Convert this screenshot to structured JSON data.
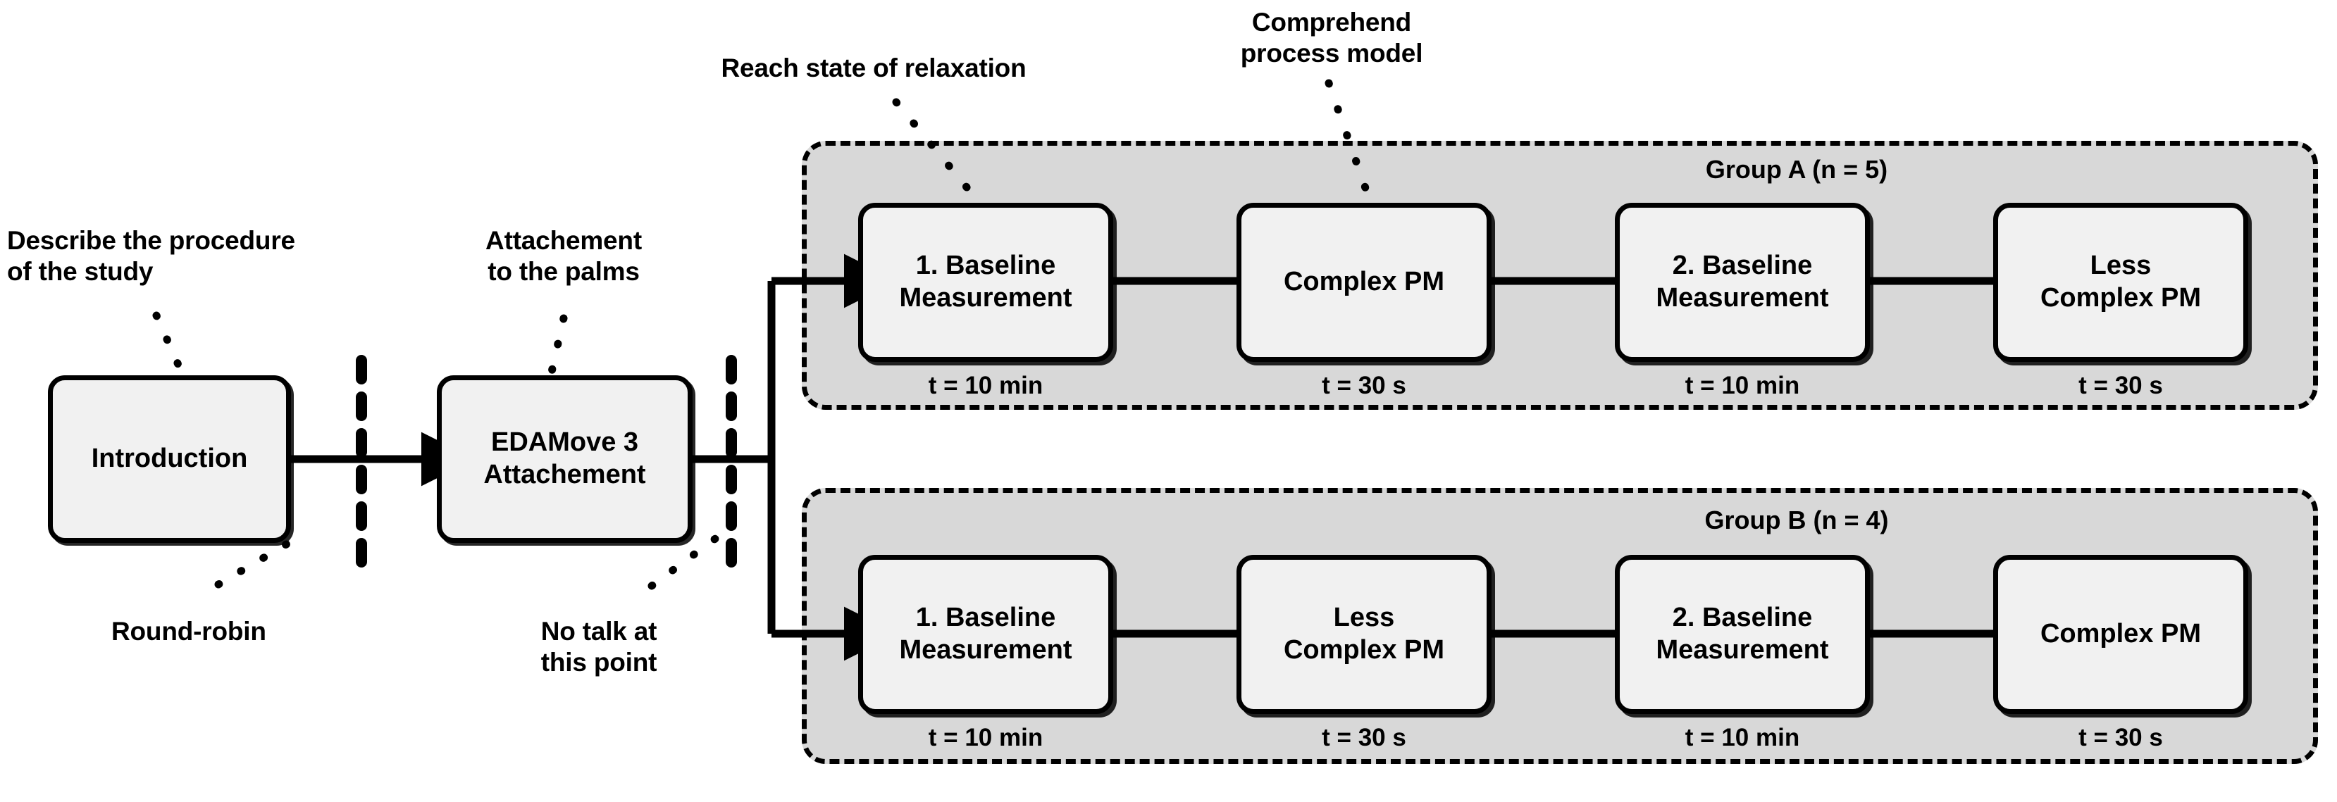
{
  "diagram": {
    "title": "Study procedure flow",
    "colors": {
      "group_fill": "#d8d8d8",
      "step_fill": "#f1f1f1",
      "stroke": "#000000",
      "background": "#ffffff"
    }
  },
  "annotations": [
    {
      "id": "describe-procedure",
      "text": "Describe the procedure\nof the study"
    },
    {
      "id": "attachement-palms",
      "text": "Attachement\nto the palms"
    },
    {
      "id": "reach-relaxation",
      "text": "Reach state of relaxation"
    },
    {
      "id": "comprehend-process-model",
      "text": "Comprehend\nprocess model"
    },
    {
      "id": "round-robin",
      "text": "Round-robin"
    },
    {
      "id": "no-talk",
      "text": "No talk at\nthis point"
    }
  ],
  "intro_steps": [
    {
      "id": "introduction",
      "label": "Introduction"
    },
    {
      "id": "edamove-attachement",
      "label": "EDAMove 3\nAttachement"
    }
  ],
  "groups": [
    {
      "id": "group-a",
      "label": "Group A (n = 5)",
      "name": "Group A",
      "n": 5,
      "steps": [
        {
          "id": "a-baseline-1",
          "label": "1. Baseline\nMeasurement",
          "duration": "t = 10 min"
        },
        {
          "id": "a-complex-pm",
          "label": "Complex PM",
          "duration": "t = 30 s"
        },
        {
          "id": "a-baseline-2",
          "label": "2. Baseline\nMeasurement",
          "duration": "t = 10 min"
        },
        {
          "id": "a-less-complex-pm",
          "label": "Less\nComplex PM",
          "duration": "t = 30 s"
        }
      ]
    },
    {
      "id": "group-b",
      "label": "Group B (n = 4)",
      "name": "Group B",
      "n": 4,
      "steps": [
        {
          "id": "b-baseline-1",
          "label": "1. Baseline\nMeasurement",
          "duration": "t = 10 min"
        },
        {
          "id": "b-less-complex-pm",
          "label": "Less\nComplex PM",
          "duration": "t = 30 s"
        },
        {
          "id": "b-baseline-2",
          "label": "2. Baseline\nMeasurement",
          "duration": "t = 10 min"
        },
        {
          "id": "b-complex-pm",
          "label": "Complex PM",
          "duration": "t = 30 s"
        }
      ]
    }
  ]
}
